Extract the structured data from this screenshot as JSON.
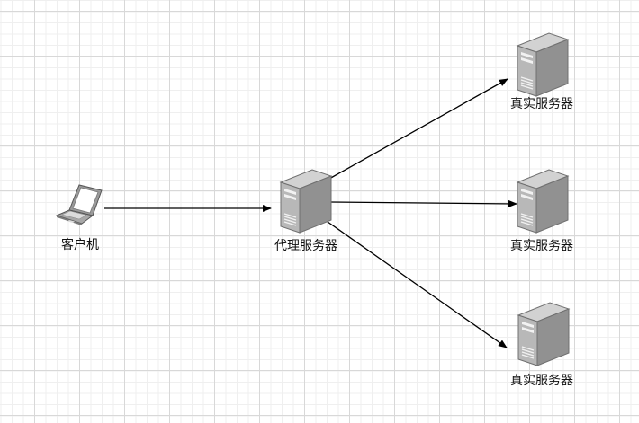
{
  "diagram": {
    "nodes": [
      {
        "id": "client",
        "type": "laptop",
        "label": "客户机"
      },
      {
        "id": "proxy",
        "type": "server",
        "label": "代理服务器"
      },
      {
        "id": "real1",
        "type": "server",
        "label": "真实服务器"
      },
      {
        "id": "real2",
        "type": "server",
        "label": "真实服务器"
      },
      {
        "id": "real3",
        "type": "server",
        "label": "真实服务器"
      }
    ],
    "edges": [
      {
        "from": "client",
        "to": "proxy",
        "arrow": "end"
      },
      {
        "from": "proxy",
        "to": "real1",
        "arrow": "end"
      },
      {
        "from": "proxy",
        "to": "real2",
        "arrow": "end"
      },
      {
        "from": "proxy",
        "to": "real3",
        "arrow": "end"
      }
    ],
    "colors": {
      "edge": "#000000",
      "server_front": "#b4b4b4",
      "server_side": "#8f8f8f",
      "server_top": "#cfcfcf",
      "grid_major": "#d8d8d8",
      "grid_minor": "#efefef"
    }
  }
}
